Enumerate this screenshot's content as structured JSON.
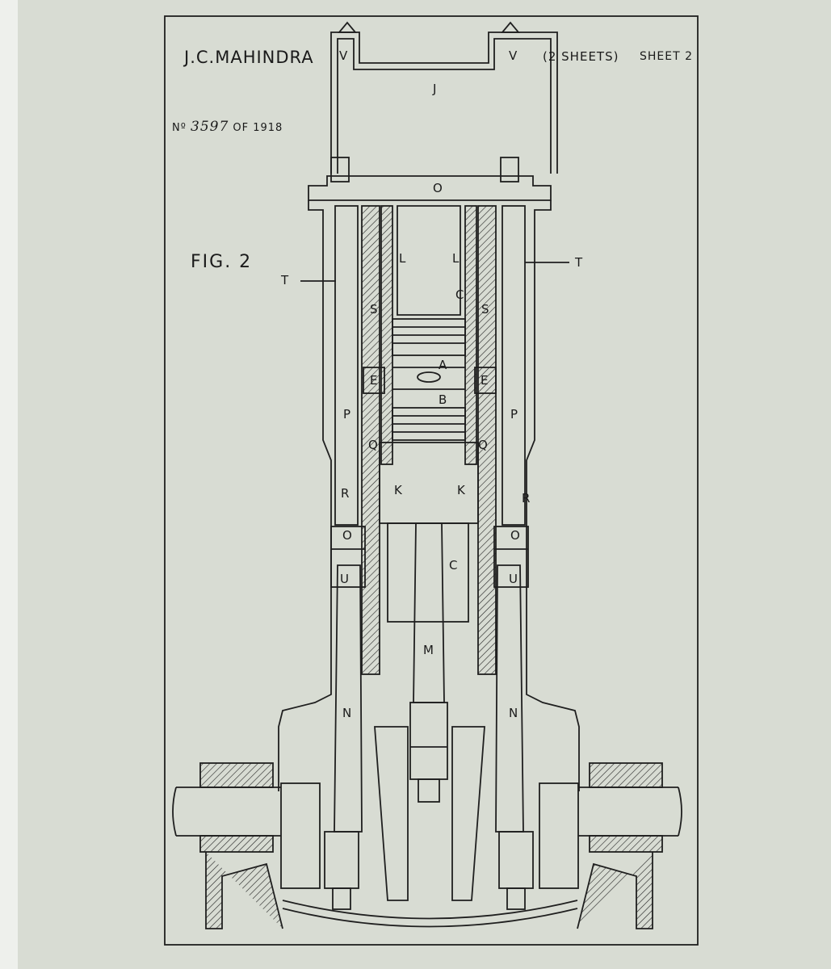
{
  "header": {
    "applicant": "J.C.MAHINDRA",
    "sheets": "(2 SHEETS)",
    "sheet_no": "SHEET 2",
    "patent_prefix": "Nº",
    "patent_number": "3597",
    "patent_suffix": "OF 1918",
    "figure_label": "FIG. 2"
  },
  "part_labels": {
    "V": "V",
    "J": "J",
    "O": "O",
    "T": "T",
    "L": "L",
    "C": "C",
    "S": "S",
    "A": "A",
    "B": "B",
    "E": "E",
    "P": "P",
    "Q": "Q",
    "R": "R",
    "K": "K",
    "U": "U",
    "M": "M",
    "N": "N"
  },
  "colors": {
    "paper": "#d8dcd3",
    "ink": "#1f1f1f",
    "margin": "#eef0ec"
  }
}
